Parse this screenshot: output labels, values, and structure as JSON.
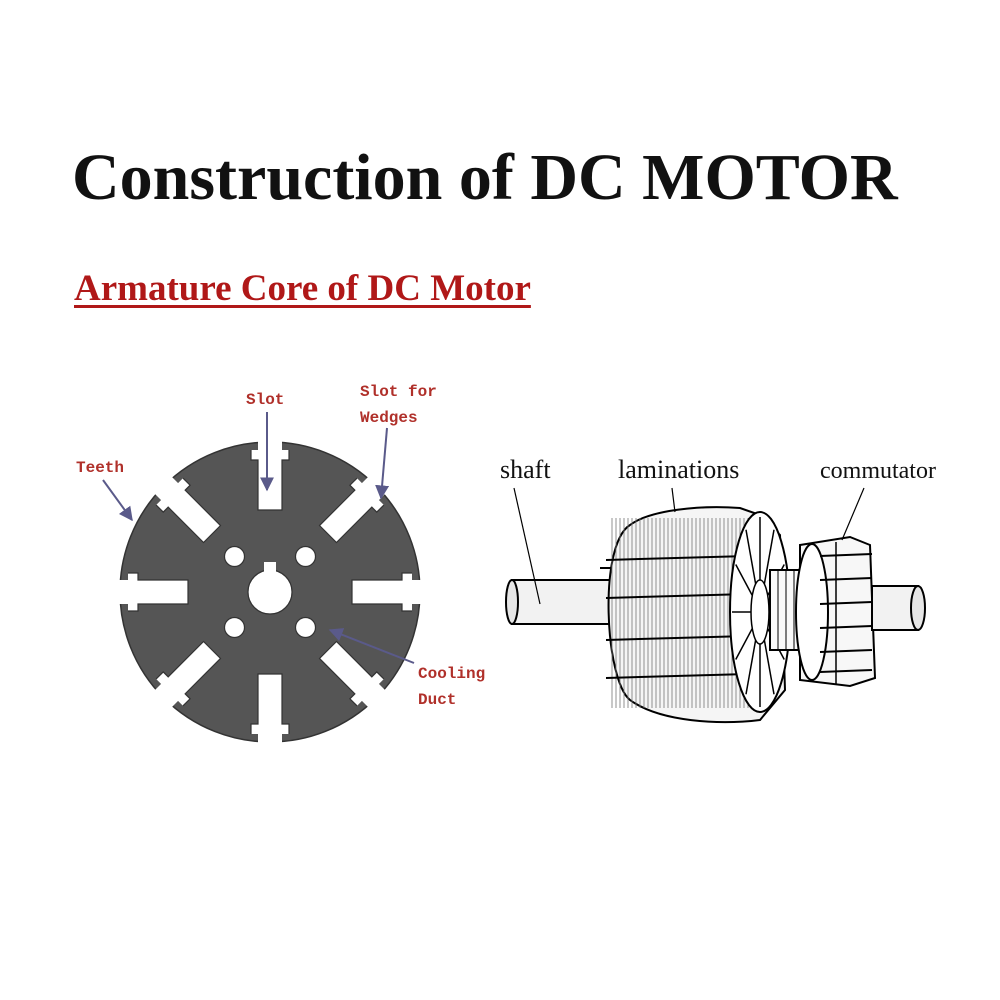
{
  "title": "Construction of DC MOTOR",
  "subtitle": "Armature Core of DC Motor",
  "colors": {
    "title": "#111111",
    "subtitle": "#b01818",
    "label_red": "#b0302a",
    "core_fill": "#555555",
    "arrow": "#5a5a8a"
  },
  "core_labels": {
    "slot": "Slot",
    "slot_for_wedges_line1": "Slot for",
    "slot_for_wedges_line2": "Wedges",
    "teeth": "Teeth",
    "cooling_duct_line1": "Cooling",
    "cooling_duct_line2": "Duct"
  },
  "armature_labels": {
    "shaft": "shaft",
    "laminations": "laminations",
    "commutator": "commutator"
  }
}
